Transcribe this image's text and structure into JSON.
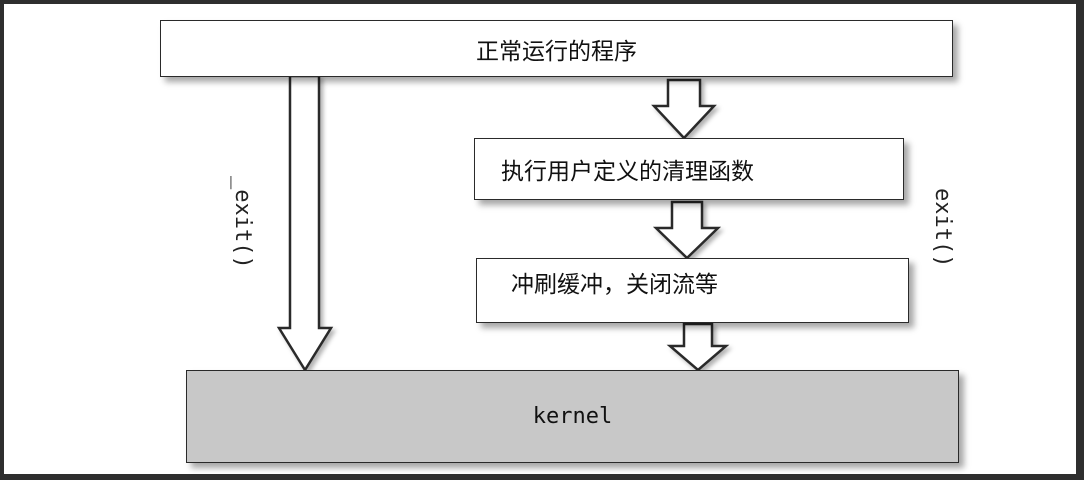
{
  "boxes": {
    "program": "正常运行的程序",
    "cleanup": "执行用户定义的清理函数",
    "flush": "冲刷缓冲，关闭流等",
    "kernel": "kernel"
  },
  "paths": {
    "direct": "_exit()",
    "normal": "exit()"
  }
}
